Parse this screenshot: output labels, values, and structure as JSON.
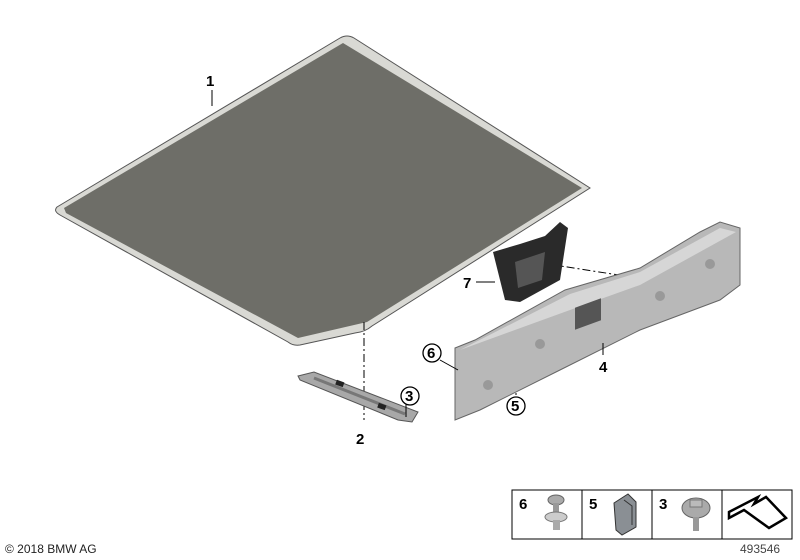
{
  "callouts": {
    "part_1": "1",
    "part_2": "2",
    "part_3": "3",
    "part_4": "4",
    "part_5": "5",
    "part_6": "6",
    "part_7": "7"
  },
  "legend": {
    "items": [
      {
        "number": "6",
        "icon": "push-rivet-icon"
      },
      {
        "number": "5",
        "icon": "clip-nut-icon"
      },
      {
        "number": "3",
        "icon": "hex-screw-icon"
      },
      {
        "number": "",
        "icon": "arrow-outline-icon"
      }
    ]
  },
  "copyright": "© 2018 BMW AG",
  "diagram_number": "493546",
  "colors": {
    "mat": "#6e6e68",
    "mat_edge": "#d8d8d2",
    "trim": "#b8b8b8",
    "bracket": "#2a2a2a"
  }
}
